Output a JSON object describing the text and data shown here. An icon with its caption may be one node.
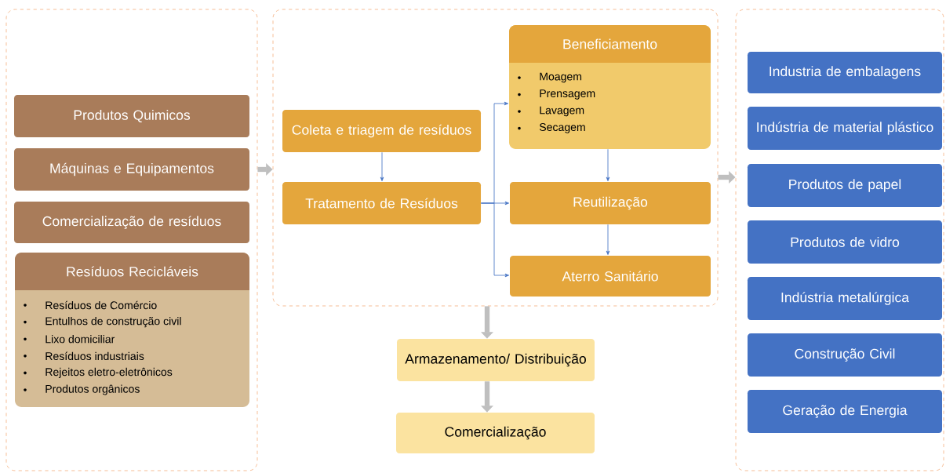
{
  "diagram": {
    "nodes": [
      {
        "text": [],
        "shape": "box"
      },
      {
        "text": [
          "Produtos Quimicos"
        ],
        "in": 0
      },
      {
        "text": [
          "Máquinas e Equipamentos"
        ],
        "in": 0
      },
      {
        "text": [
          "Comercialização de resíduos"
        ],
        "in": 0
      },
      {
        "text": [
          "Resíduos Recicláveis",
          "Resíduos de Comércio",
          "Entulhos de construção civil",
          "Lixo domiciliar",
          "Resíduos industriais",
          "Rejeitos eletro-eletrônicos",
          "Produtos orgânicos"
        ],
        "in": 0
      },
      {
        "text": [],
        "shape": "box"
      },
      {
        "text": [
          "Coleta e triagem de resíduos"
        ],
        "in": 5
      },
      {
        "text": [
          "Tratamento de Resíduos"
        ],
        "in": 5
      },
      {
        "text": [
          "Beneficiamento",
          "Moagem",
          "Prensagem",
          "Lavagem",
          "Secagem"
        ],
        "in": 5
      },
      {
        "text": [
          "Reutilização"
        ],
        "in": 5
      },
      {
        "text": [
          "Aterro Sanitário"
        ],
        "in": 5
      },
      {
        "text": [
          "Armazenamento/ Distribuição"
        ]
      },
      {
        "text": [
          "Comercialização"
        ]
      },
      {
        "text": [],
        "shape": "box"
      },
      {
        "text": [
          "Industria de embalagens"
        ],
        "in": 13
      },
      {
        "text": [
          "Indústria de material plástico"
        ],
        "in": 13
      },
      {
        "text": [
          "Produtos de papel"
        ],
        "in": 13
      },
      {
        "text": [
          "Produtos de vidro"
        ],
        "in": 13
      },
      {
        "text": [
          "Indústria metalúrgica"
        ],
        "in": 13
      },
      {
        "text": [
          "Construção Civil"
        ],
        "in": 13
      },
      {
        "text": [
          "Geração de Energia"
        ],
        "in": 13
      }
    ],
    "edges": [
      {
        "from": 0,
        "to": 5,
        "arrow": "to",
        "style": "thick",
        "color": "#bfbfbf"
      },
      {
        "from": 5,
        "to": 13,
        "arrow": "to",
        "style": "thick",
        "color": "#bfbfbf"
      },
      {
        "from": 5,
        "to": 11,
        "arrow": "to",
        "style": "thick",
        "color": "#bfbfbf"
      },
      {
        "from": 11,
        "to": 12,
        "arrow": "to",
        "style": "thick",
        "color": "#bfbfbf"
      },
      {
        "from": 6,
        "to": 7,
        "arrow": "to"
      },
      {
        "from": 7,
        "to": 8,
        "arrow": "to"
      },
      {
        "from": 7,
        "to": 9,
        "arrow": "to"
      },
      {
        "from": 7,
        "to": 10,
        "arrow": "to"
      },
      {
        "from": 8,
        "to": 9,
        "arrow": "to"
      },
      {
        "from": 9,
        "to": 10,
        "arrow": "to"
      }
    ]
  }
}
